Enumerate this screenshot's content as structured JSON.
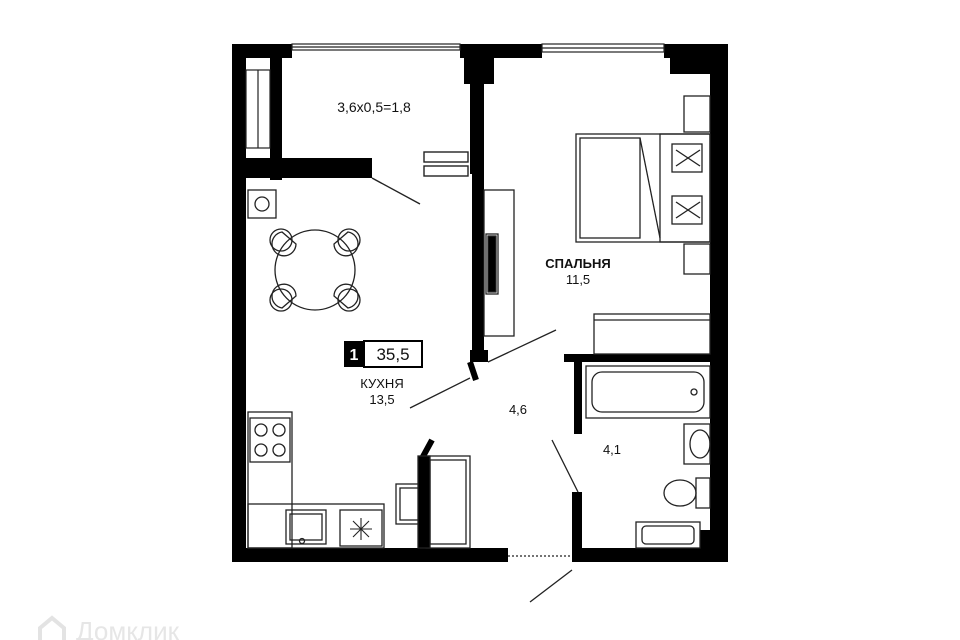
{
  "plan": {
    "rooms_count": "1",
    "total_area": "35,5",
    "balcony_label": "3,6x0,5=1,8",
    "bedroom_name": "СПАЛЬНЯ",
    "bedroom_area": "11,5",
    "kitchen_name": "КУХНЯ",
    "kitchen_area": "13,5",
    "hall_area": "4,6",
    "bathroom_area": "4,1",
    "watermark": "Домклик"
  },
  "colors": {
    "wall": "#000000",
    "line": "#222222",
    "background": "#ffffff"
  }
}
